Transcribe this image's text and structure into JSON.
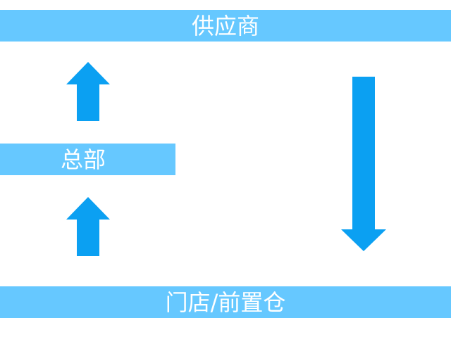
{
  "nodes": {
    "supplier": "供应商",
    "headquarters": "总部",
    "store": "门店/前置仓"
  },
  "colors": {
    "bar": "#66c8ff",
    "arrow": "#0ba0f2",
    "text": "#ffffff"
  },
  "edges": [
    {
      "from": "store",
      "to": "headquarters",
      "direction": "up"
    },
    {
      "from": "headquarters",
      "to": "supplier",
      "direction": "up"
    },
    {
      "from": "supplier",
      "to": "store",
      "direction": "down"
    }
  ]
}
